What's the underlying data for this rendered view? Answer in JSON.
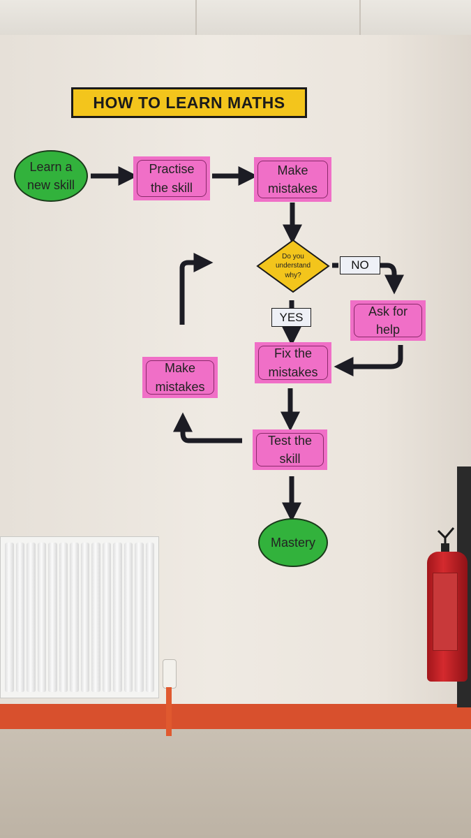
{
  "title": "HOW TO LEARN MATHS",
  "nodes": {
    "learn": "Learn a\nnew skill",
    "practise": "Practise\nthe skill",
    "make_mistakes_top": "Make\nmistakes",
    "decision": "Do you\nunderstand\nwhy?",
    "no_label": "NO",
    "yes_label": "YES",
    "ask_help": "Ask for\nhelp",
    "fix": "Fix the\nmistakes",
    "make_mistakes_left": "Make\nmistakes",
    "test": "Test the\nskill",
    "mastery": "Mastery"
  },
  "colors": {
    "process_box": "#f06fc7",
    "terminal": "#32b23c",
    "decision": "#f3c51c",
    "arrow": "#1c1c24"
  }
}
